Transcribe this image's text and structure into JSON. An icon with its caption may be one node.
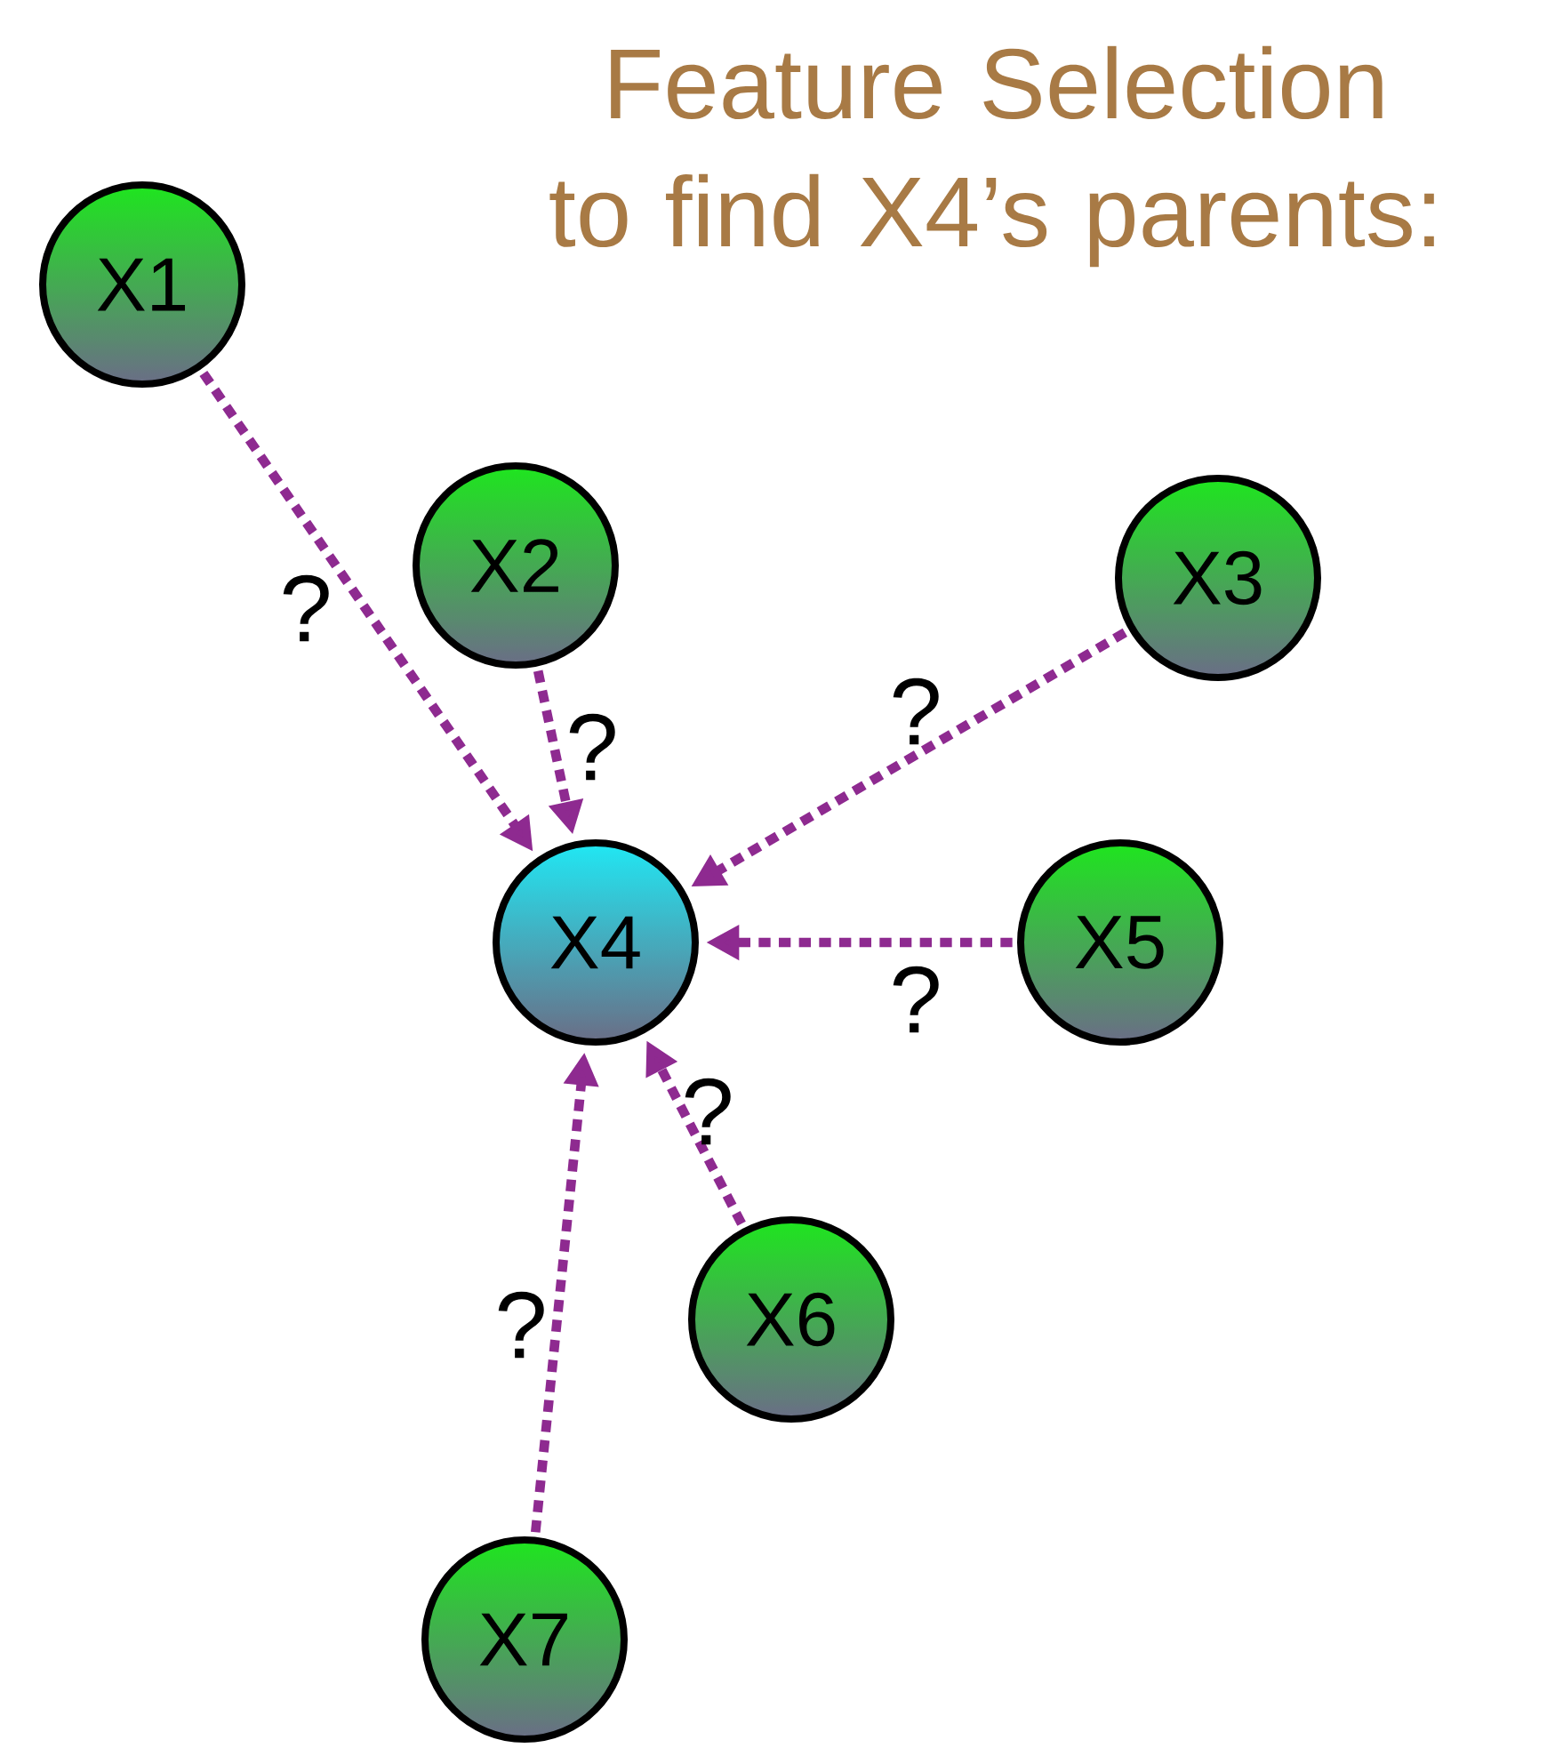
{
  "diagram": {
    "title": "Feature Selection to find X4’s parents:",
    "nodes": [
      {
        "text": [
          "X1"
        ]
      },
      {
        "text": [
          "X2"
        ]
      },
      {
        "text": [
          "X3"
        ]
      },
      {
        "text": [
          "X4"
        ]
      },
      {
        "text": [
          "X5"
        ]
      },
      {
        "text": [
          "X6"
        ]
      },
      {
        "text": [
          "X7"
        ]
      }
    ],
    "edges": [
      {
        "from": 0,
        "to": 3,
        "arrow": "to",
        "label": "?",
        "style": "dashed"
      },
      {
        "from": 1,
        "to": 3,
        "arrow": "to",
        "label": "?",
        "style": "dashed"
      },
      {
        "from": 2,
        "to": 3,
        "arrow": "to",
        "label": "?",
        "style": "dashed"
      },
      {
        "from": 4,
        "to": 3,
        "arrow": "to",
        "label": "?",
        "style": "dashed"
      },
      {
        "from": 5,
        "to": 3,
        "arrow": "to",
        "label": "?",
        "style": "dashed"
      },
      {
        "from": 6,
        "to": 3,
        "arrow": "to",
        "label": "?",
        "style": "dashed"
      }
    ]
  }
}
